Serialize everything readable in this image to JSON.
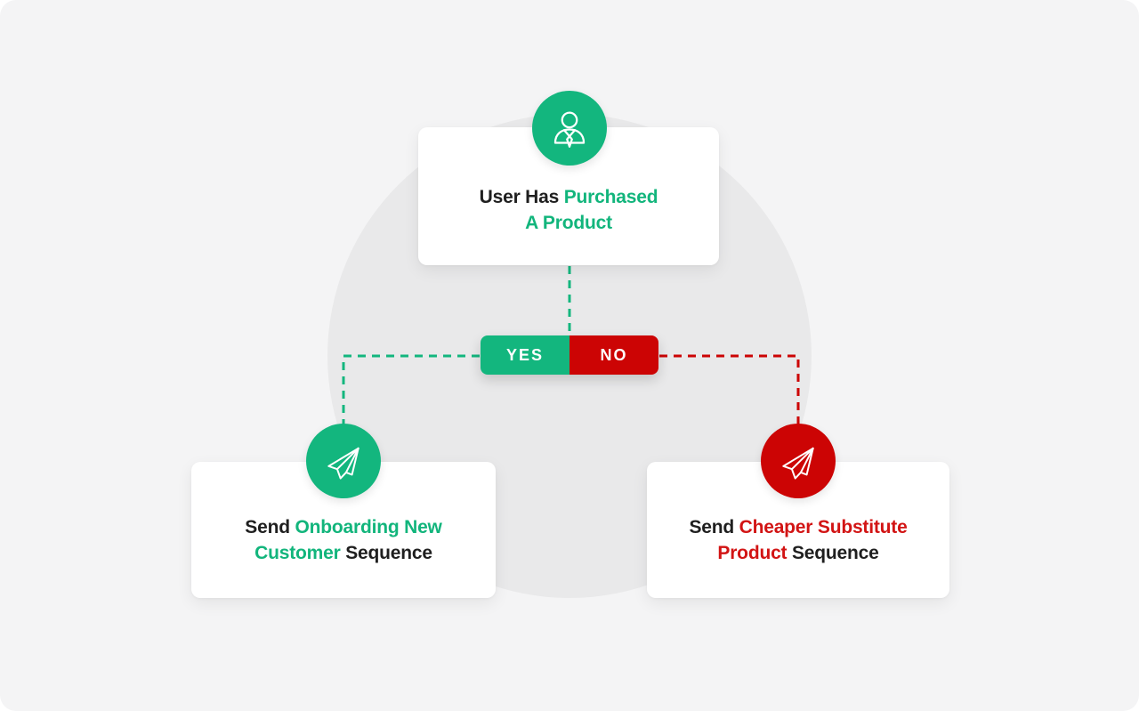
{
  "diagram": {
    "top_card": {
      "icon": "businessman-icon",
      "line1_dark": "User Has",
      "line1_accent": "Purchased",
      "line2_accent": "A Product",
      "accent_color": "#12b57c"
    },
    "decision": {
      "yes_label": "YES",
      "no_label": "NO",
      "yes_color": "#13b67e",
      "no_color": "#cc0404"
    },
    "left_card": {
      "icon": "paper-plane-icon",
      "line1_dark": "Send",
      "line1_accent": "Onboarding New",
      "line2_accent": "Customer",
      "line2_dark": "Sequence",
      "accent_color": "#12b57c"
    },
    "right_card": {
      "icon": "paper-plane-icon",
      "line1_dark": "Send",
      "line1_accent": "Cheaper Substitute",
      "line2_accent": "Product",
      "line2_dark": "Sequence",
      "accent_color": "#d21414"
    },
    "colors": {
      "text_dark": "#1f1f1f",
      "panel_background": "#f4f4f5",
      "inner_circle_background": "#e9e9ea",
      "card_background": "#ffffff",
      "connector_green": "#13b67e",
      "connector_red": "#cc0404"
    }
  }
}
